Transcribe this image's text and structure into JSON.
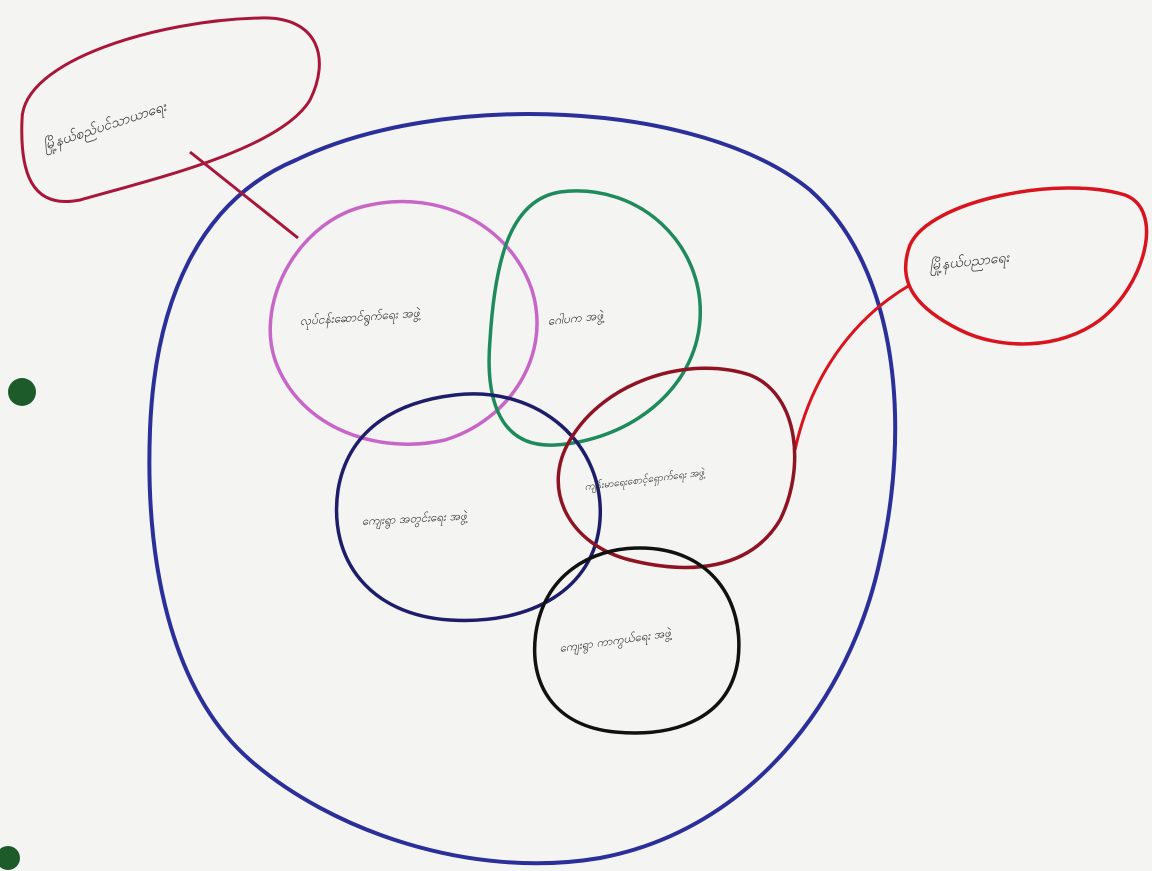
{
  "diagram": {
    "colors": {
      "paper": "#f4f4f2",
      "outer_circle": "#2b2f9a",
      "callout_left": "#a8163a",
      "callout_right": "#d8141e",
      "pink_circle": "#c866c8",
      "green_circle": "#1f8a5c",
      "navy_circle": "#1e1d6a",
      "maroon_circle": "#8e1424",
      "black_circle": "#111111",
      "dot": "#1d5c2a"
    },
    "callouts": {
      "left": "မြို့နယ်စည်ပင်သာယာရေး",
      "right": "မြို့နယ်ပညာရေး"
    },
    "circles": {
      "pink": "လုပ်ငန်းဆောင်ရွက်ရေး အဖွဲ့",
      "green": "ဂေါပက အဖွဲ့",
      "navy": "ကျေးရွာ အတွင်းရေး အဖွဲ့",
      "maroon": "ကျန်းမာရေးစောင့်ရှောက်ရေး အဖွဲ့",
      "black": "ကျေးရွာ ကာကွယ်ရေး အဖွဲ့"
    },
    "icons": [
      "dot-icon",
      "dot-icon"
    ]
  }
}
